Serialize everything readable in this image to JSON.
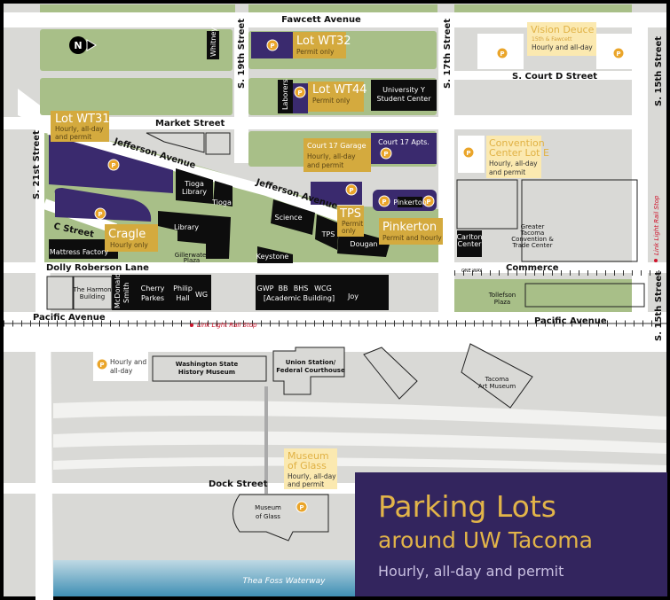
{
  "title_block": {
    "title": "Parking Lots",
    "subtitle": "around UW Tacoma",
    "tagline": "Hourly, all-day and permit"
  },
  "compass": "N",
  "parking_symbol": "P",
  "streets": {
    "fawcett": "Fawcett Avenue",
    "s19": "S. 19th Street",
    "s17": "S. 17th Street",
    "s15": "S. 15th Street",
    "s15_lower": "S. 15th Street",
    "s21": "S. 21st Street",
    "market": "Market Street",
    "jefferson1": "Jefferson Avenue",
    "jefferson2": "Jefferson Avenue",
    "c_street": "C Street",
    "dolly": "Dolly Roberson Lane",
    "court_d": "S. Court D Street",
    "commerce": "Commerce",
    "pacific1": "Pacific Avenue",
    "pacific2": "Pacific Avenue",
    "dock": "Dock Street",
    "one_way": "ONE WAY"
  },
  "lots": {
    "wt32": {
      "name": "Lot WT32",
      "detail": "Permit only"
    },
    "wt44": {
      "name": "Lot WT44",
      "detail": "Permit only"
    },
    "wt31": {
      "name": "Lot WT31",
      "detail1": "Hourly, all-day",
      "detail2": "and permit"
    },
    "cragle": {
      "name": "Cragle",
      "detail": "Hourly only"
    },
    "court17": {
      "name": "Court 17 Garage",
      "detail1": "Hourly, all-day",
      "detail2": "and permit"
    },
    "tps": {
      "name": "TPS",
      "detail1": "Permit",
      "detail2": "only"
    },
    "pinkerton": {
      "name": "Pinkerton",
      "detail": "Permit and hourly"
    },
    "vision": {
      "name": "Vision Deuce",
      "sub": "15th & Fawcett",
      "detail": "Hourly and all-day"
    },
    "convention": {
      "name1": "Convention",
      "name2": "Center Lot E",
      "detail1": "Hourly, all-day",
      "detail2": "and permit"
    },
    "history": {
      "detail1": "Hourly and",
      "detail2": "all-day"
    },
    "glass": {
      "name1": "Museum",
      "name2": "of Glass",
      "detail1": "Hourly, all-day",
      "detail2": "and permit"
    }
  },
  "buildings": {
    "whitney": "Whitney",
    "laborers": "Laborers",
    "univ_y1": "University Y",
    "univ_y2": "Student Center",
    "court17_apts": "Court 17 Apts.",
    "tioga_lib1": "Tioga",
    "tioga_lib2": "Library",
    "tioga": "Tioga",
    "library": "Library",
    "science": "Science",
    "tps": "TPS",
    "dougan": "Dougan",
    "pinkerton": "Pinkerton",
    "keystone": "Keystone",
    "mattress": "Mattress Factory",
    "gilkerwater1": "Gillerwater",
    "gilkerwater2": "Plaza",
    "harmon1": "The Harmon",
    "harmon2": "Building",
    "mcdonald": "McDonald",
    "smith": "Smith",
    "cherry1": "Cherry",
    "cherry2": "Parkes",
    "philip1": "Philip",
    "philip2": "Hall",
    "wg": "WG",
    "gwp": "GWP",
    "bb": "BB",
    "bhs": "BHS",
    "wcg": "WCG",
    "academic": "[Academic Building]",
    "joy": "Joy",
    "carlton1": "Carlton",
    "carlton2": "Center",
    "conv1": "Greater",
    "conv2": "Tacoma",
    "conv3": "Convention &",
    "conv4": "Trade Center",
    "tollefson1": "Tollefson",
    "tollefson2": "Plaza",
    "wshm1": "Washington State",
    "wshm2": "History Museum",
    "union1": "Union Station/",
    "union2": "Federal Courthouse",
    "tam1": "Tacoma",
    "tam2": "Art Museum",
    "mog1": "Museum",
    "mog2": "of Glass"
  },
  "rail_stop_1": "Link Light Rail Stop",
  "rail_stop_2": "Link Light Rail Stop",
  "water": "Thea Foss Waterway",
  "colors": {
    "purple": "#3a2a6e",
    "gold": "#d4aa3e",
    "green": "#a8bf88",
    "grey": "#d9d9d6",
    "water": "#7fb3cc",
    "title_bg": "#33255e",
    "title_gold": "#e2b449"
  }
}
